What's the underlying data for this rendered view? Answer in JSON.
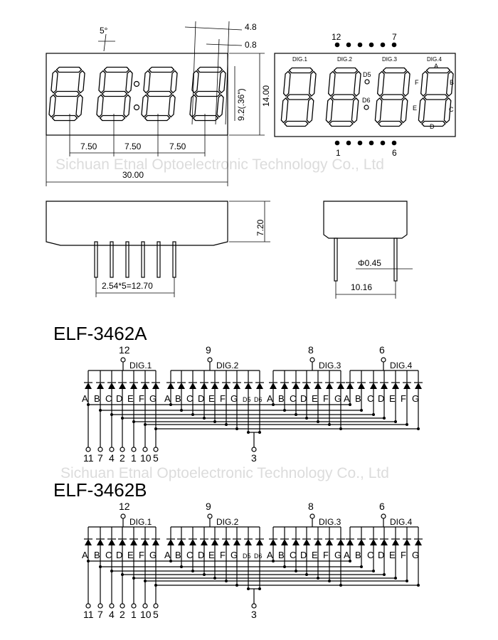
{
  "watermark": "Sichuan Etnal Optoelectronic Technology Co., Ltd",
  "front_view": {
    "angle": "5°",
    "dim_4_8": "4.8",
    "dim_0_8": "0.8",
    "height": "14.00",
    "digit_height": "9.2(.36\")",
    "pitch": [
      "7.50",
      "7.50",
      "7.50"
    ],
    "width": "30.00"
  },
  "pin_view": {
    "top_pins": {
      "left": "12",
      "right": "7"
    },
    "bottom_pins": {
      "left": "1",
      "right": "6"
    },
    "digits": [
      "DIG.1",
      "DIG.2",
      "DIG.3",
      "DIG.4"
    ],
    "dots": [
      "D5",
      "D6"
    ],
    "segments": [
      "A",
      "B",
      "C",
      "D",
      "E",
      "F"
    ]
  },
  "side_view": {
    "height": "7.20",
    "pin_pitch": "2.54*5=12.70",
    "pin_diameter": "Φ0.45",
    "row_spacing": "10.16"
  },
  "schematics": [
    {
      "title": "ELF-3462A",
      "common_pins": [
        "12",
        "9",
        "8",
        "6"
      ],
      "digit_labels": [
        "DIG.1",
        "DIG.2",
        "DIG.3",
        "DIG.4"
      ],
      "segment_labels": [
        [
          "A",
          "B",
          "C",
          "D",
          "E",
          "F",
          "G"
        ],
        [
          "A",
          "B",
          "C",
          "D",
          "E",
          "F",
          "G",
          "D5",
          "D6"
        ],
        [
          "A",
          "B",
          "C",
          "D",
          "E",
          "F",
          "G"
        ],
        [
          "A",
          "B",
          "C",
          "D",
          "E",
          "F",
          "G"
        ]
      ],
      "segment_pins": [
        "11",
        "7",
        "4",
        "2",
        "1",
        "10",
        "5"
      ],
      "dot_pin": "3"
    },
    {
      "title": "ELF-3462B",
      "common_pins": [
        "12",
        "9",
        "8",
        "6"
      ],
      "digit_labels": [
        "DIG.1",
        "DIG.2",
        "DIG.3",
        "DIG.4"
      ],
      "segment_labels": [
        [
          "A",
          "B",
          "C",
          "D",
          "E",
          "F",
          "G"
        ],
        [
          "A",
          "B",
          "C",
          "D",
          "E",
          "F",
          "G",
          "D5",
          "D6"
        ],
        [
          "A",
          "B",
          "C",
          "D",
          "E",
          "F",
          "G"
        ],
        [
          "A",
          "B",
          "C",
          "D",
          "E",
          "F",
          "G"
        ]
      ],
      "segment_pins": [
        "11",
        "7",
        "4",
        "2",
        "1",
        "10",
        "5"
      ],
      "dot_pin": "3"
    }
  ]
}
